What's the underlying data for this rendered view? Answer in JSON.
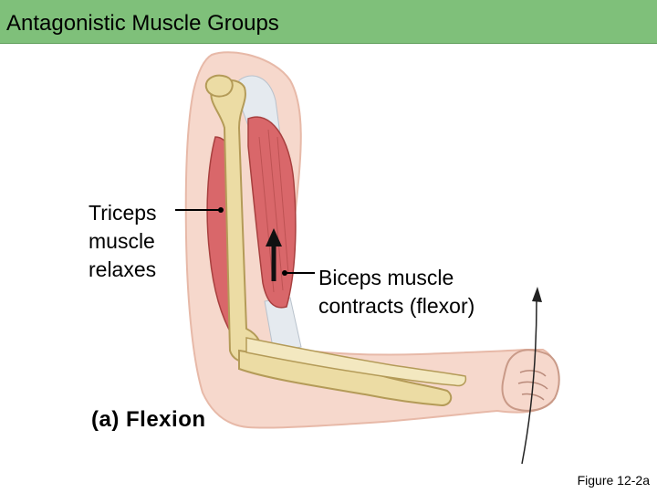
{
  "title": "Antagonistic Muscle Groups",
  "labels": {
    "triceps": [
      "Triceps",
      "muscle",
      "relaxes"
    ],
    "biceps": [
      "Biceps muscle",
      "contracts (flexor)"
    ],
    "panel": "(a) Flexion",
    "figure": "Figure 12-2a"
  },
  "colors": {
    "title_bar": "#7fc07a",
    "skin": "#f6d8cc",
    "muscle": "#d9676a",
    "bone": "#ecdca4",
    "tendon": "#dfe4ea"
  }
}
